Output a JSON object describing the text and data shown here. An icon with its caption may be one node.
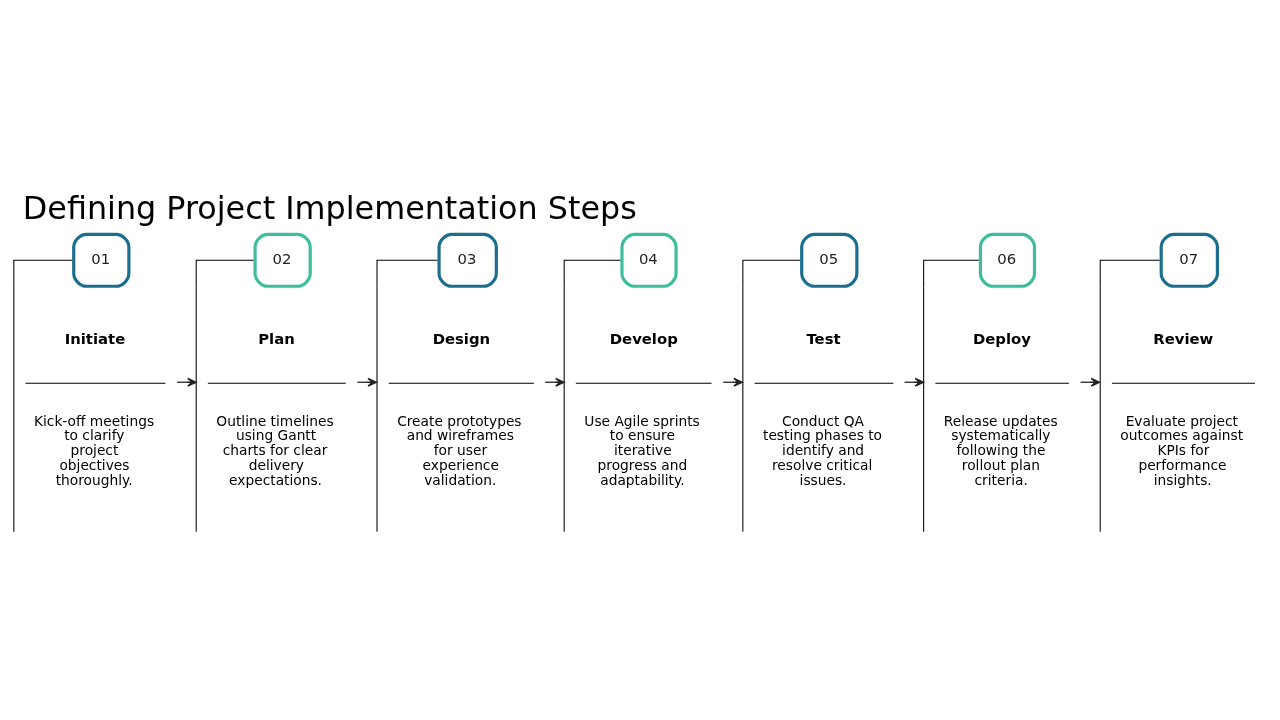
{
  "diagram": {
    "title": "Defining Project Implementation Steps",
    "nodes": [
      {
        "text": [
          "01",
          "Initiate",
          "Kick-off meetings to clarify project objectives thoroughly."
        ]
      },
      {
        "text": [
          "02",
          "Plan",
          "Outline timelines using Gantt charts for clear delivery expectations."
        ]
      },
      {
        "text": [
          "03",
          "Design",
          "Create prototypes and wireframes for user experience validation."
        ]
      },
      {
        "text": [
          "04",
          "Develop",
          "Use Agile sprints to ensure iterative progress and adaptability."
        ]
      },
      {
        "text": [
          "05",
          "Test",
          "Conduct QA testing phases to identify and resolve critical issues."
        ]
      },
      {
        "text": [
          "06",
          "Deploy",
          "Release updates systematically following the rollout plan criteria."
        ]
      },
      {
        "text": [
          "07",
          "Review",
          "Evaluate project outcomes against KPIs for performance insights."
        ]
      }
    ],
    "edges": [
      {
        "from": 0,
        "to": 1,
        "arrow": "to"
      },
      {
        "from": 1,
        "to": 2,
        "arrow": "to"
      },
      {
        "from": 2,
        "to": 3,
        "arrow": "to"
      },
      {
        "from": 3,
        "to": 4,
        "arrow": "to"
      },
      {
        "from": 4,
        "to": 5,
        "arrow": "to"
      },
      {
        "from": 5,
        "to": 6,
        "arrow": "to"
      }
    ]
  }
}
